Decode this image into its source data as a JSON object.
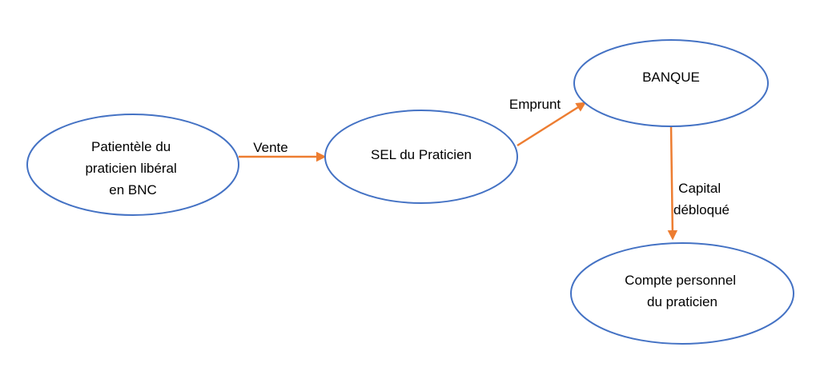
{
  "diagram": {
    "nodes": {
      "patientele": {
        "lines": [
          "Patientèle du",
          "praticien libéral",
          "en BNC"
        ]
      },
      "sel": {
        "lines": [
          "SEL du Praticien"
        ]
      },
      "banque": {
        "lines": [
          "BANQUE"
        ]
      },
      "compte": {
        "lines": [
          "Compte personnel",
          "du praticien"
        ]
      }
    },
    "edges": {
      "vente": {
        "lines": [
          "Vente"
        ],
        "color": "#ED7D31"
      },
      "emprunt": {
        "lines": [
          "Emprunt"
        ],
        "color": "#ED7D31"
      },
      "capital": {
        "lines": [
          "Capital",
          "débloqué"
        ],
        "color": "#ED7D31"
      }
    },
    "node_stroke_color": "#4472C4"
  }
}
